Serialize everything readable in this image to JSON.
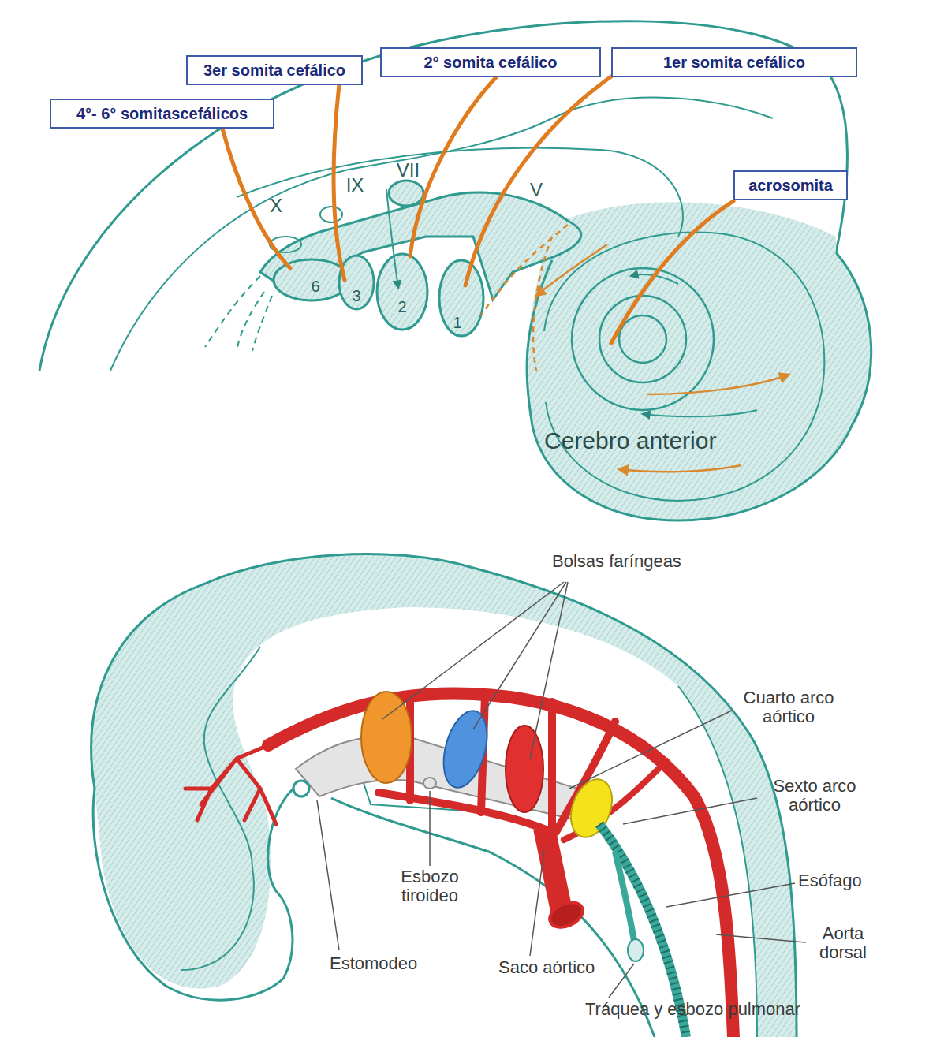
{
  "diagram": {
    "nodes": [
      {
        "text": [
          "3er somita cefálico"
        ]
      },
      {
        "text": [
          "2° somita cefálico"
        ]
      },
      {
        "text": [
          "1er somita cefálico"
        ]
      },
      {
        "text": [
          "4°- 6° somitascefálicos"
        ]
      },
      {
        "text": [
          "acrosomita"
        ]
      }
    ],
    "labels": [
      "X",
      "IX",
      "VII",
      "V",
      "6",
      "3",
      "2",
      "1",
      "Cerebro anterior",
      "Bolsas faríngeas",
      "Cuarto arco aórtico",
      "Sexto arco aórtico",
      "Esbozo tiroideo",
      "Esófago",
      "Estomodeo",
      "Saco aórtico",
      "Aorta dorsal",
      "Tráquea y esbozo pulmonar"
    ]
  }
}
